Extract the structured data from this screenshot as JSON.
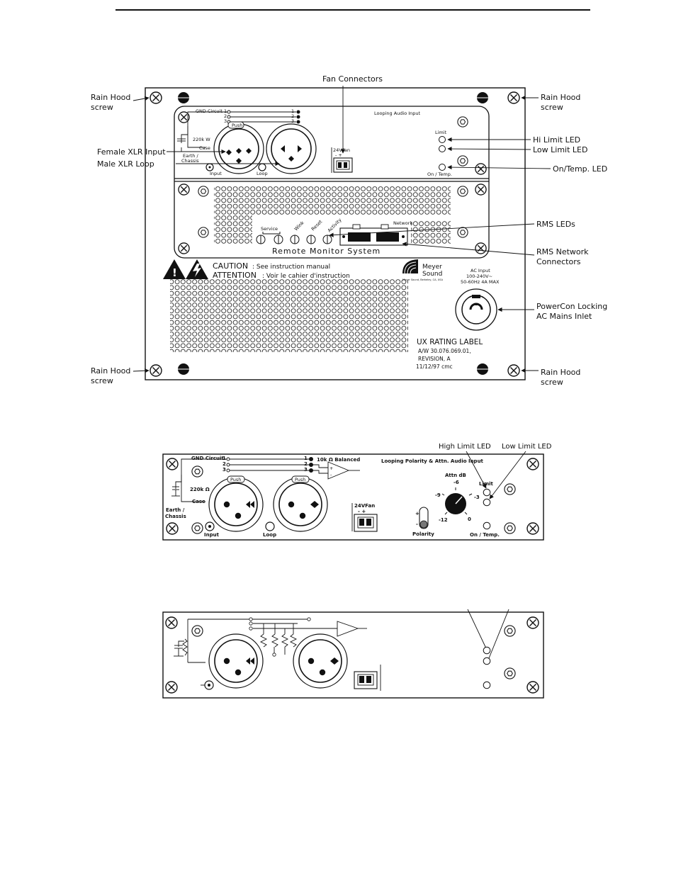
{
  "panel1": {
    "callouts": {
      "fan_connectors": "Fan Connectors",
      "rain_hood_tl_1": "Rain Hood",
      "rain_hood_tl_2": "screw",
      "rain_hood_tr_1": "Rain Hood",
      "rain_hood_tr_2": "screw",
      "rain_hood_bl_1": "Rain Hood",
      "rain_hood_bl_2": "screw",
      "rain_hood_br_1": "Rain Hood",
      "rain_hood_br_2": "screw",
      "female_xlr": "Female XLR Input",
      "male_xlr": "Male XLR Loop",
      "hi_limit": "Hi Limit LED",
      "low_limit": "Low Limit LED",
      "on_temp": "On/Temp. LED",
      "rms_leds": "RMS LEDs",
      "rms_network_1": "RMS Network",
      "rms_network_2": "Connectors",
      "powercon_1": "PowerCon Locking",
      "powercon_2": "AC Mains Inlet"
    },
    "labels": {
      "gnd_circuit": "GND Circuit",
      "pin1": "1",
      "pin2": "2",
      "pin3": "3",
      "resistor": "220k W",
      "case": "Case",
      "earth": "Earth /",
      "chassis": "Chassis",
      "push": "Push",
      "input": "Input",
      "loop": "Loop",
      "looping_audio_input": "Looping Audio Input",
      "fan_24v": "24VFan",
      "fan_polarity": "-  +",
      "limit": "Limit",
      "on_temp": "On / Temp.",
      "service": "Service",
      "wink": "Wink",
      "reset": "Reset",
      "activity": "Activity",
      "network": "Network",
      "remote_monitor": "Remote   Monitor   System",
      "caution_word": "CAUTION",
      "caution_text": ": See instruction manual",
      "attention_word": "ATTENTION",
      "attention_text": ": Voir le cahier d'instruction",
      "brand_1": "Meyer",
      "brand_2": "Sound",
      "brand_small": "Meyer Sound, Berkeley, CA, USA",
      "ac_input": "AC Input",
      "ac_voltage": "100-240V~",
      "ac_freq": "50-60Hz  4A MAX",
      "ux_rating": "UX RATING LABEL",
      "aw": "A/W 30.076.069.01,",
      "revision": "REVISION,  A",
      "date": "11/12/97   cmc"
    }
  },
  "panel2": {
    "callouts": {
      "high_limit": "High Limit LED",
      "low_limit": "Low Limit LED"
    },
    "labels": {
      "gnd_circuit": "GND Circuit",
      "pin1": "1",
      "pin2": "2",
      "pin3": "3",
      "balanced": "10k Ω Balanced",
      "title": "Looping Polarity & Attn. Audio Input",
      "resistor": "220k Ω",
      "case": "Case",
      "earth": "Earth /",
      "chassis": "Chassis",
      "push": "Push",
      "input": "Input",
      "loop": "Loop",
      "fan_24v": "24VFan",
      "fan_polarity": "-   +",
      "attn": "Attn dB",
      "t_m6": "-6",
      "t_m9": "-9",
      "t_m3": "-3",
      "t_m12": "-12",
      "t_0": "0",
      "limit": "Limit",
      "plus": "+",
      "minus": "-",
      "polarity": "Polarity",
      "on_temp": "On / Temp."
    }
  }
}
